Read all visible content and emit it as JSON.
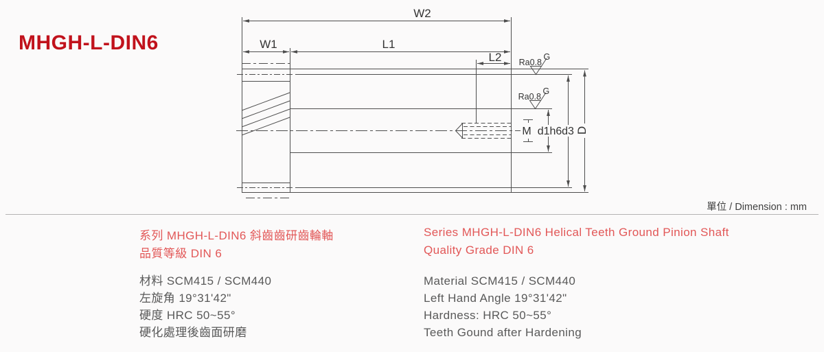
{
  "colors": {
    "bg": "#fbfafa",
    "title_red": "#c1121c",
    "series_red": "#e25757",
    "body_gray": "#595959",
    "line": "#4d4d4d",
    "dim_text": "#333333",
    "divider": "#b3b3b3"
  },
  "header": {
    "title": "MHGH-L-DIN6"
  },
  "drawing": {
    "labels": {
      "w2": "W2",
      "w1": "W1",
      "l1": "L1",
      "l2": "L2",
      "m": "M",
      "d1h6": "d1h6",
      "d3": "d3",
      "d": "D"
    },
    "surface_finish": {
      "ra": "Ra0.8",
      "grade": "G"
    },
    "unit_note": "單位 / Dimension : mm"
  },
  "specs": {
    "zh": {
      "series": "系列 MHGH-L-DIN6  斜齒齒研齒輪軸",
      "grade": "品質等級 DIN 6",
      "details": [
        "材料 SCM415 / SCM440",
        "左旋角 19°31'42\"",
        "硬度 HRC 50~55°",
        "硬化處理後齒面研磨"
      ]
    },
    "en": {
      "series": "Series MHGH-L-DIN6 Helical Teeth Ground Pinion Shaft",
      "grade": "Quality Grade DIN 6",
      "details": [
        "Material SCM415 / SCM440",
        "Left Hand Angle 19°31'42\"",
        "Hardness: HRC 50~55°",
        "Teeth Gound after Hardening"
      ]
    }
  }
}
